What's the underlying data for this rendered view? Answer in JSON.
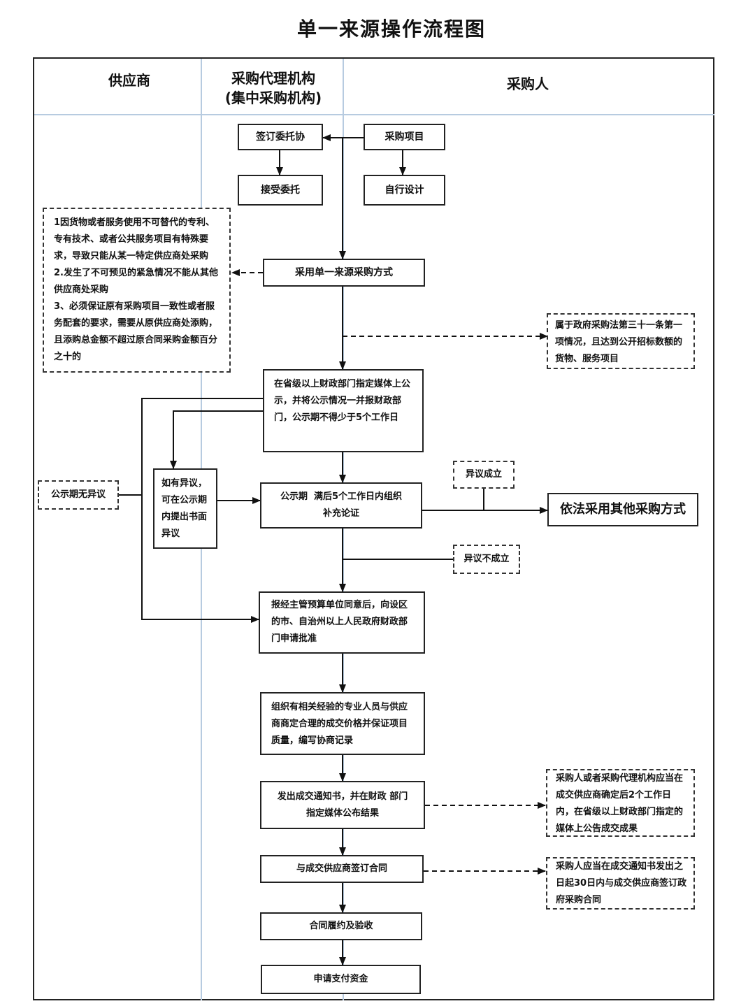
{
  "title": "单一来源操作流程图",
  "lanes": {
    "supplier": "供应商",
    "agency_line1": "采购代理机构",
    "agency_line2": "(集中采购机构)",
    "purchaser": "采购人"
  },
  "nodes": {
    "sign_entrust": "签订委托协",
    "purchase_project": "采购项目",
    "accept_entrust": "接受委托",
    "self_design": "自行设计",
    "single_source_method": "采用单一来源采购方式",
    "conditions_note": "1因货物或者服务使用不可替代的专利、专有技术、或者公共服务项目有特殊要求，导致只能从某一特定供应商处采购\n2.发生了不可预见的紧急情况不能从其他供应商处采购\n3、必须保证原有采购项目一致性或者服务配套的要求，需要从原供应商处添购，且添购总金额不超过原合同采购金额百分之十的",
    "article31_note": "属于政府采购法第三十一条第一项情况，且达到公开招标数额的货物、服务项目",
    "publicize": "在省级以上财政部门指定媒体上公示，并将公示情况一并报财政部门，公示期不得少于5个工作日",
    "objection_submit": "如有异议，可在公示期内提出书面异议",
    "no_objection": "公示期无异议",
    "supplementary_review": "公示期  满后5个工作日内组织补充论证",
    "objection_upheld": "异议成立",
    "other_method": "依法采用其他采购方式",
    "objection_rejected": "异议不成立",
    "apply_approval": "报经主管预算单位同意后，向设区的市、自治州以上人民政府财政部门申请批准",
    "negotiate": "组织有相关经验的专业人员与供应商商定合理的成交价格并保证项目质量，编写协商记录",
    "issue_notice": "发出成交通知书，并在财政 部门指定媒体公布结果",
    "announce_note": "采购人或者采购代理机构应当在成交供应商确定后2个工作日内，在省级以上财政部门指定的媒体上公告成交成果",
    "sign_contract": "与成交供应商签订合同",
    "contract_note": "采购人应当在成交通知书发出之日起30日内与成交供应商签订政府采购合同",
    "perform_accept": "合同履约及验收",
    "apply_payment": "申请支付资金"
  }
}
